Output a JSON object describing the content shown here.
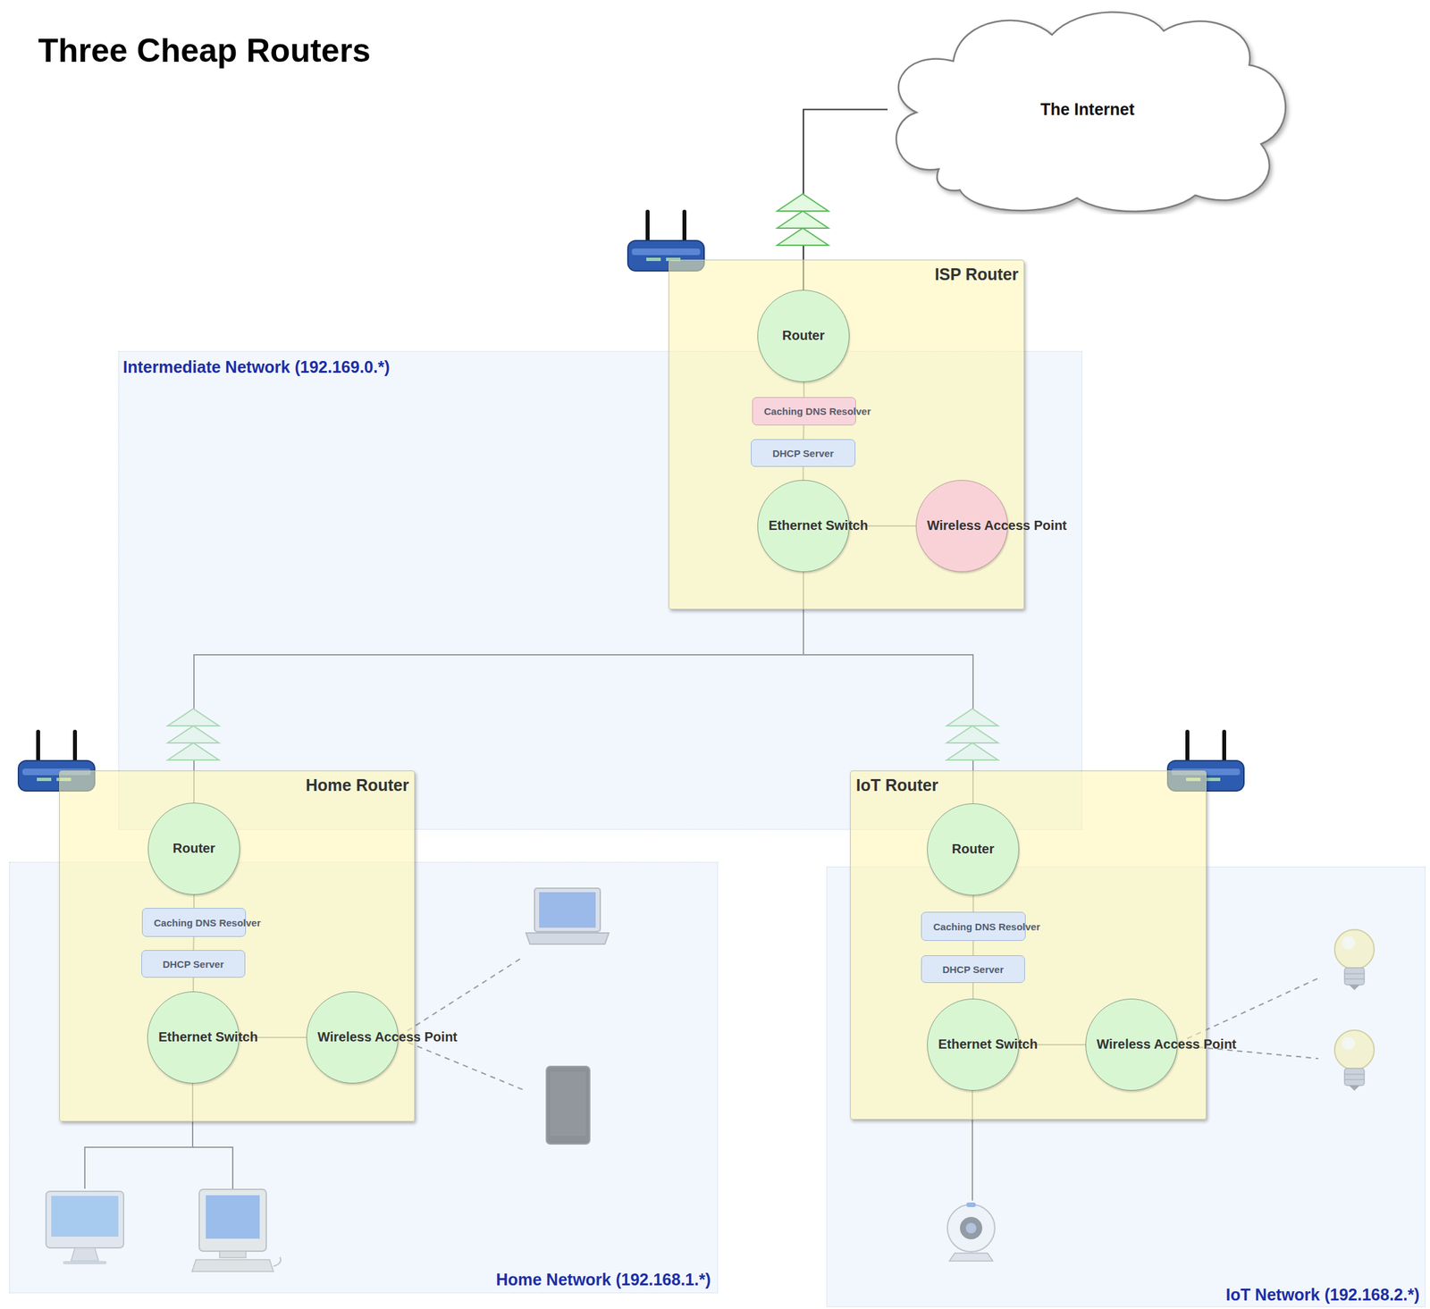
{
  "diagram": {
    "title": "Three Cheap Routers",
    "nodes": [
      {
        "text": [
          "The Internet"
        ]
      },
      {
        "text": [
          "Intermediate Network (192.169.0.*)"
        ]
      },
      {
        "text": [
          "Home Network (192.168.1.*)"
        ]
      },
      {
        "text": [
          "IoT Network (192.168.2.*)"
        ]
      },
      {
        "text": [
          "ISP Router"
        ]
      },
      {
        "text": [
          "Router"
        ],
        "in": 4
      },
      {
        "text": [
          "Caching DNS Resolver"
        ],
        "in": 4
      },
      {
        "text": [
          "DHCP Server"
        ],
        "in": 4
      },
      {
        "text": [
          "Ethernet Switch"
        ],
        "in": 4
      },
      {
        "text": [
          "Wireless Access Point"
        ],
        "in": 4
      },
      {
        "text": [
          "Home Router"
        ]
      },
      {
        "text": [
          "Router"
        ],
        "in": 10
      },
      {
        "text": [
          "Caching DNS Resolver"
        ],
        "in": 10
      },
      {
        "text": [
          "DHCP Server"
        ],
        "in": 10
      },
      {
        "text": [
          "Ethernet Switch"
        ],
        "in": 10
      },
      {
        "text": [
          "Wireless Access Point"
        ],
        "in": 10
      },
      {
        "text": [
          "IoT Router"
        ]
      },
      {
        "text": [
          "Router"
        ],
        "in": 16
      },
      {
        "text": [
          "Caching DNS Resolver"
        ],
        "in": 16
      },
      {
        "text": [
          "DHCP Server"
        ],
        "in": 16
      },
      {
        "text": [
          "Ethernet Switch"
        ],
        "in": 16
      },
      {
        "text": [
          "Wireless Access Point"
        ],
        "in": 16
      }
    ],
    "edges": [
      {
        "from": 5,
        "to": 0,
        "arrow": "none"
      },
      {
        "from": 5,
        "to": 6,
        "arrow": "none"
      },
      {
        "from": 6,
        "to": 7,
        "arrow": "none"
      },
      {
        "from": 7,
        "to": 8,
        "arrow": "none"
      },
      {
        "from": 8,
        "to": 9,
        "arrow": "none"
      },
      {
        "from": 8,
        "to": 11,
        "arrow": "none"
      },
      {
        "from": 8,
        "to": 17,
        "arrow": "none"
      },
      {
        "from": 11,
        "to": 12,
        "arrow": "none"
      },
      {
        "from": 12,
        "to": 13,
        "arrow": "none"
      },
      {
        "from": 13,
        "to": 14,
        "arrow": "none"
      },
      {
        "from": 14,
        "to": 15,
        "arrow": "none"
      },
      {
        "from": 17,
        "to": 18,
        "arrow": "none"
      },
      {
        "from": 18,
        "to": 19,
        "arrow": "none"
      },
      {
        "from": 19,
        "to": 20,
        "arrow": "none"
      },
      {
        "from": 20,
        "to": 21,
        "arrow": "none"
      }
    ]
  }
}
